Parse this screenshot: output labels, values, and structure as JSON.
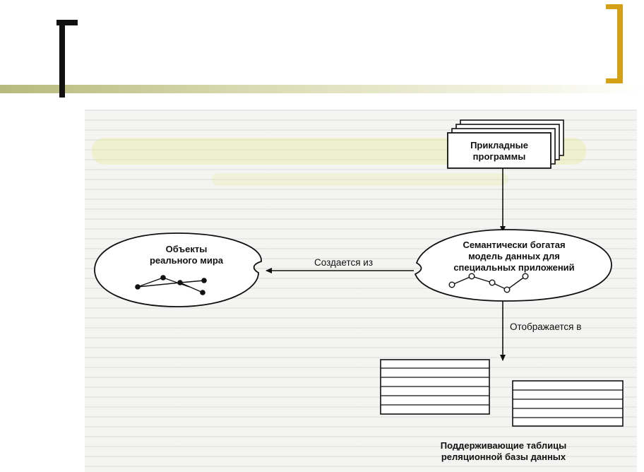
{
  "diagram": {
    "app_box": {
      "line1": "Прикладные",
      "line2": "программы"
    },
    "model_cloud": {
      "line1": "Семантически богатая",
      "line2": "модель данных для",
      "line3": "специальных приложений"
    },
    "world_cloud": {
      "line1": "Объекты",
      "line2": "реального мира"
    },
    "edge_created_from": "Создается из",
    "edge_mapped_to": "Отображается в",
    "tables_caption": {
      "line1": "Поддерживающие таблицы",
      "line2": "реляционной базы данных"
    }
  },
  "colors": {
    "accent_gold": "#d4a017",
    "bar_olive": "#b7ba7c",
    "ink": "#111111"
  }
}
